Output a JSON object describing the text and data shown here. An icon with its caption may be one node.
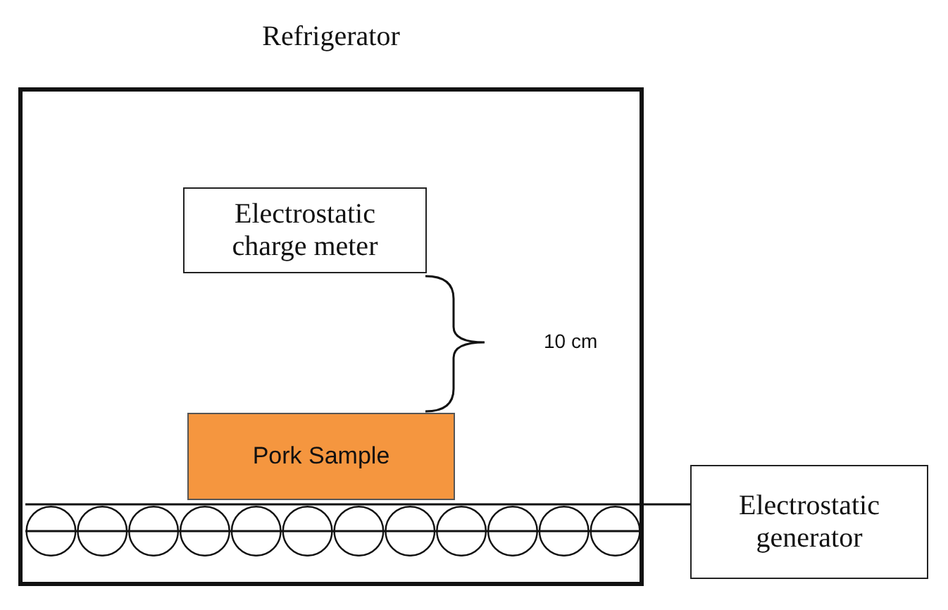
{
  "diagram": {
    "nodes": [
      {
        "text": [
          "Refrigerator"
        ]
      },
      {
        "text": [
          "Electrostatic charge meter"
        ],
        "in": 0
      },
      {
        "text": [
          "Pork Sample"
        ],
        "in": 0
      },
      {
        "text": [
          "Electrostatic generator"
        ]
      },
      {
        "text": [],
        "shape": "bar",
        "in": 0
      }
    ],
    "edges": [
      {
        "from": 3,
        "to": 4,
        "arrow": "none"
      }
    ],
    "labels": [
      "10 cm"
    ]
  }
}
